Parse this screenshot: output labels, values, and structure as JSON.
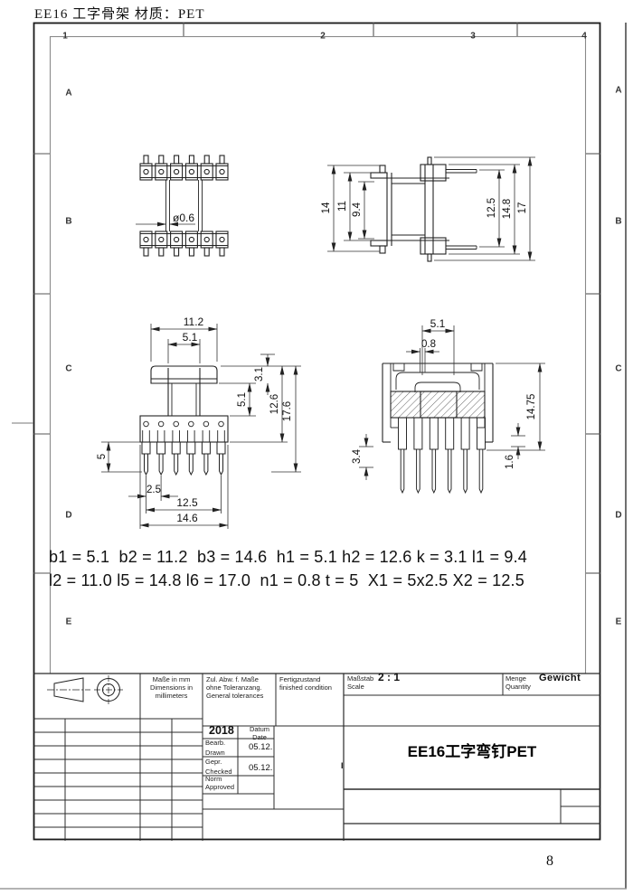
{
  "sheet": {
    "header_title": "EE16 工字骨架 材质：PET",
    "page_number": "8",
    "fold_mark": "I"
  },
  "frame": {
    "cols": [
      "1",
      "2",
      "3",
      "4"
    ],
    "rows": [
      "A",
      "B",
      "C",
      "D",
      "E"
    ]
  },
  "params": {
    "line1": "b1 = 5.1  b2 = 11.2  b3 = 14.6  h1 = 5.1 h2 = 12.6 k = 3.1 l1 = 9.4",
    "line2": "l2 = 11.0 l5 = 14.8 l6 = 17.0  n1 = 0.8 t = 5  X1 = 5x2.5 X2 = 12.5"
  },
  "dims": {
    "top_view": {
      "pin_diameter": "ø0.6"
    },
    "side_view": {
      "left_outer": "14",
      "left_mid": "11",
      "left_inner": "9.4",
      "right_inner": "12.5",
      "right_mid": "14.8",
      "right_outer": "17"
    },
    "front_view": {
      "flange_width": "11.2",
      "tube_width": "5.1",
      "flange_thickness": "3.1",
      "window_height": "5.1",
      "body_height": "12.6",
      "total_height": "17.6",
      "pin_length": "5",
      "pin_pitch": "2.5",
      "pin_span": "12.5",
      "base_width": "14.6"
    },
    "section_view": {
      "slot_width": "5.1",
      "vane_width": "0.8",
      "total_height": "14.75",
      "left_offset": "3.4",
      "right_offset": "1.6"
    }
  },
  "title_block": {
    "units_l1": "Maße in mm",
    "units_l2": "Dimensions in",
    "units_l3": "millimeters",
    "tol_l1": "Zul. Abw. f. Maße",
    "tol_l2": "ohne Toleranzang.",
    "tol_l3": "General tolerances",
    "finish_l1": "Fertigzustand",
    "finish_l2": "finished condition",
    "scale_de": "Maßstab",
    "scale_en": "Scale",
    "scale_value": "2 : 1",
    "qty_de": "Menge",
    "qty_en": "Quantity",
    "weight_label": "Gewicht",
    "year": "2018",
    "date_de": "Datum",
    "date_en": "Date",
    "drawn_de": "Bearb.",
    "drawn_en": "Drawn",
    "drawn_date": "05.12.",
    "checked_de": "Gepr.",
    "checked_en": "Checked",
    "checked_date": "05.12.",
    "approved_de": "Norm",
    "approved_en": "Approved",
    "part_title": "EE16工字弯钉PET"
  }
}
